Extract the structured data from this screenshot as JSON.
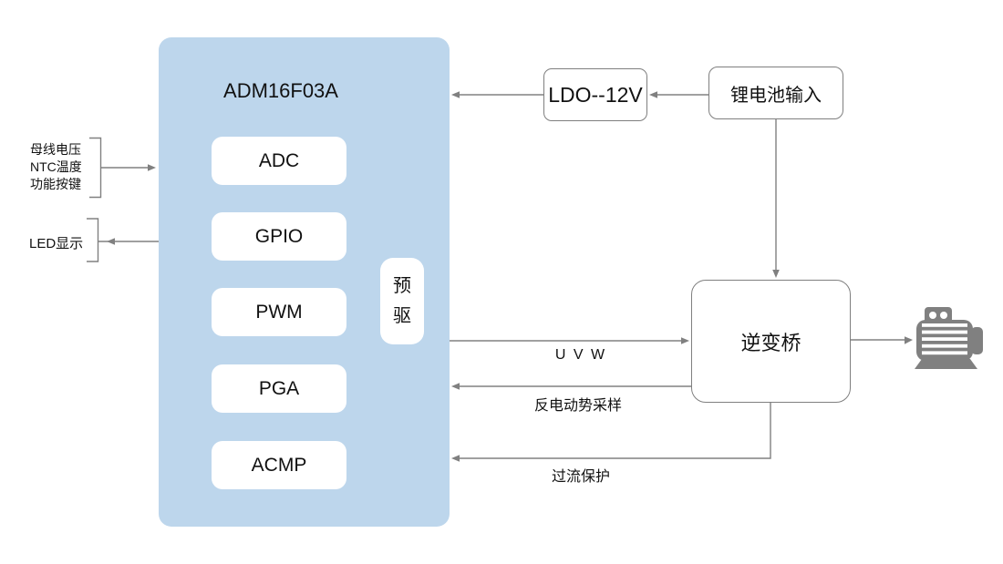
{
  "chip": {
    "title": "ADM16F03A",
    "modules": [
      "ADC",
      "GPIO",
      "PWM",
      "PGA",
      "ACMP"
    ],
    "predriver": "预驱"
  },
  "left_io": {
    "sense_lines": [
      "母线电压",
      "NTC温度",
      "功能按键"
    ],
    "led": "LED显示"
  },
  "power": {
    "ldo": "LDO--12V",
    "battery": "锂电池输入"
  },
  "inverter": {
    "label": "逆变桥"
  },
  "signals": {
    "uvw": "U V W",
    "back_emf": "反电动势采样",
    "overcurrent": "过流保护"
  },
  "icons": {
    "motor": "motor-icon"
  },
  "colors": {
    "chip_fill": "#BDD6EC",
    "module_fill": "#FFFFFF",
    "box_border": "#7F7F7F",
    "connector": "#808080",
    "text": "#111111",
    "motor_icon": "#808080",
    "background": "#FFFFFF"
  }
}
